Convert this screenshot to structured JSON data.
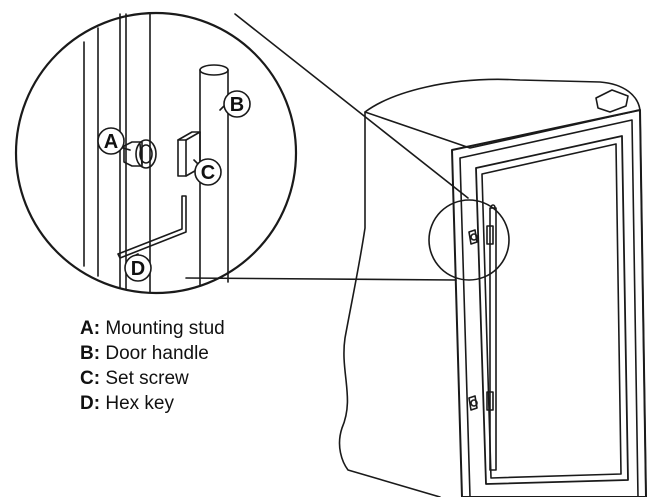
{
  "callouts": {
    "a": "A",
    "b": "B",
    "c": "C",
    "d": "D"
  },
  "legend": [
    {
      "key": "A:",
      "text": "Mounting stud"
    },
    {
      "key": "B:",
      "text": "Door handle"
    },
    {
      "key": "C:",
      "text": "Set screw"
    },
    {
      "key": "D:",
      "text": "Hex key"
    }
  ],
  "colors": {
    "line": "#1a1a1a",
    "background": "#ffffff"
  }
}
